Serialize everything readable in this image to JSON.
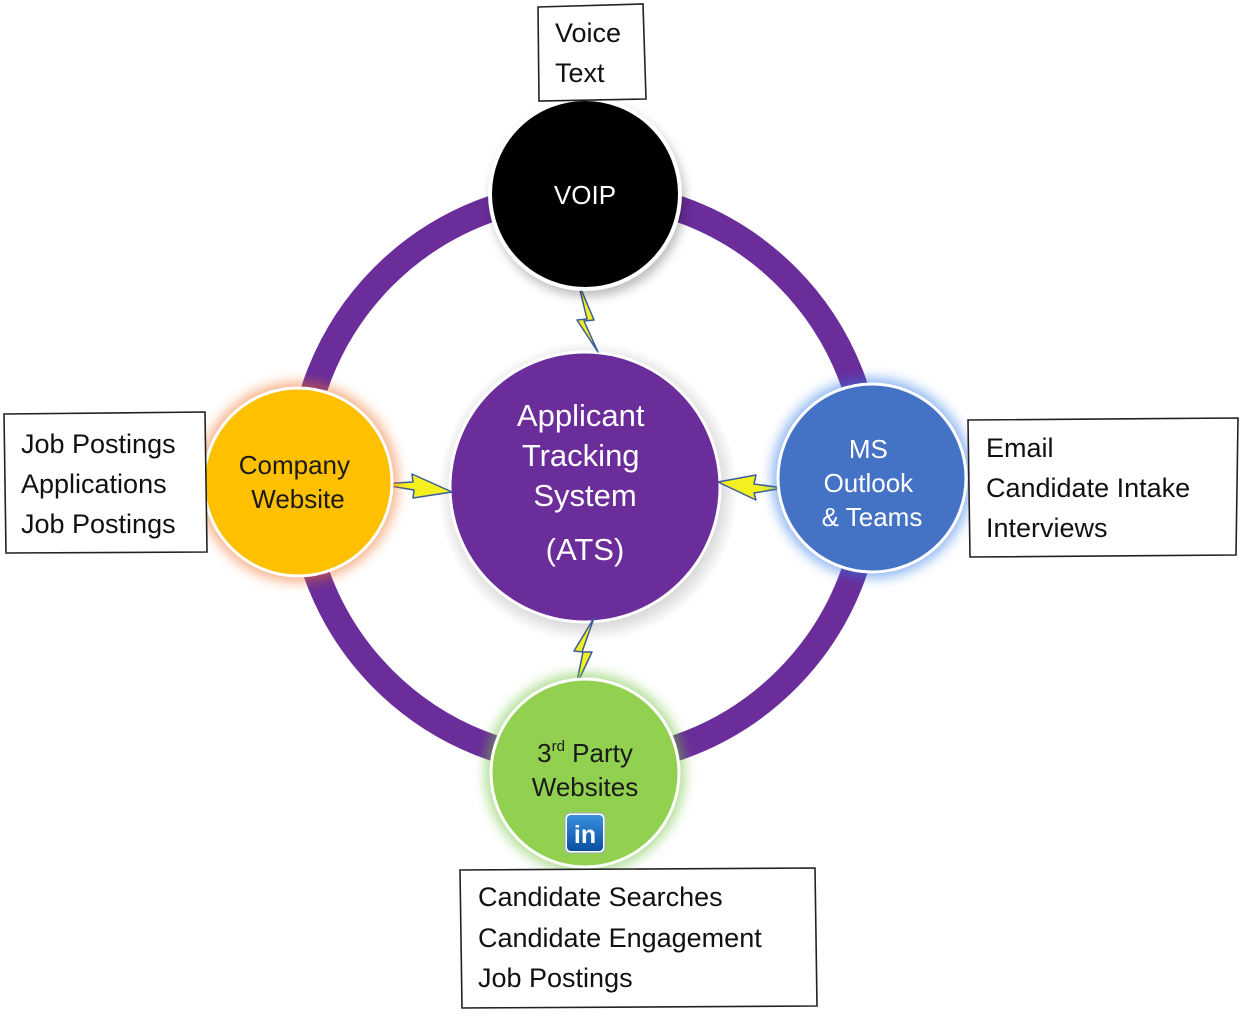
{
  "hub": {
    "lines": [
      "Applicant",
      "Tracking",
      "System"
    ],
    "abbr": "(ATS)",
    "color": "#6a2d9a"
  },
  "ring_color": "#6a2d9a",
  "bolt_color": "#f4f020",
  "nodes": {
    "voip": {
      "label": "VOIP",
      "color": "#000000"
    },
    "outlook": {
      "lines": [
        "MS",
        "Outlook",
        "& Teams"
      ],
      "color": "#4472c4",
      "glow": "#2e78e8"
    },
    "website": {
      "lines": [
        "Company",
        "Website"
      ],
      "color": "#ffc000",
      "glow": "#f07020"
    },
    "thirdparty": {
      "line1_main": "3",
      "line1_sup": "rd",
      "line1_rest": " Party",
      "line2": "Websites",
      "icon": "linkedin-icon",
      "color": "#92d050",
      "glow": "#6cc23a"
    }
  },
  "notes": {
    "voip": [
      "Voice",
      "Text"
    ],
    "outlook": [
      "Email",
      "Candidate Intake",
      "Interviews"
    ],
    "website": [
      "Job Postings",
      "Applications",
      "Job Postings"
    ],
    "thirdparty": [
      "Candidate Searches",
      "Candidate Engagement",
      "Job Postings"
    ]
  },
  "linkedin": {
    "text": "in",
    "color": "#0a66c2"
  }
}
